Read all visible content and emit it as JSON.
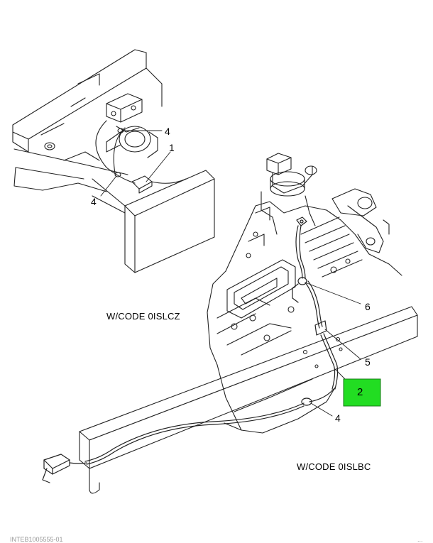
{
  "callouts": {
    "top_4_a": "4",
    "top_1": "1",
    "top_4_b": "4",
    "main_6": "6",
    "main_5": "5",
    "main_2": "2",
    "main_4": "4"
  },
  "captions": {
    "upper_variant": "W/CODE 0ISLCZ",
    "lower_variant": "W/CODE 0ISLBC"
  },
  "footer": {
    "left": "INTEB1005555-01",
    "right": "..."
  },
  "colors": {
    "highlight_fill": "#22dd22",
    "line": "#222222",
    "background": "#ffffff"
  }
}
